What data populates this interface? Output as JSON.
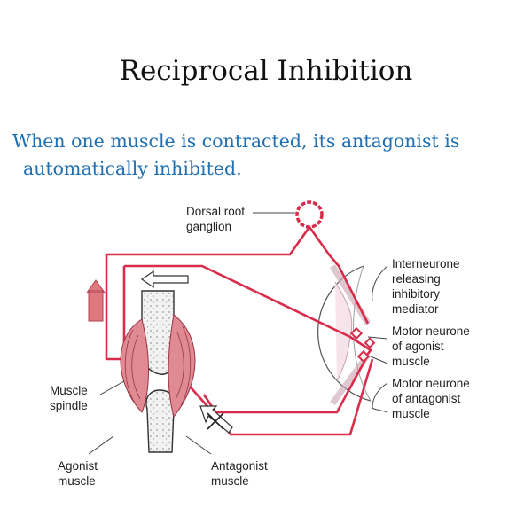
{
  "slide": {
    "title": "Reciprocal Inhibition",
    "subtitle_line1": "When one muscle is contracted, its antagonist is",
    "subtitle_line2": "automatically inhibited."
  },
  "labels": {
    "dorsal_root_ganglion": [
      "Dorsal root",
      "ganglion"
    ],
    "interneurone": [
      "Interneurone",
      "releasing",
      "inhibitory",
      "mediator"
    ],
    "motor_agonist": [
      "Motor neurone",
      "of agonist",
      "muscle"
    ],
    "motor_antagonist": [
      "Motor neurone",
      "of antagonist",
      "muscle"
    ],
    "muscle_spindle": [
      "Muscle",
      "spindle"
    ],
    "agonist_muscle": [
      "Agonist",
      "muscle"
    ],
    "antagonist_muscle": [
      "Antagonist",
      "muscle"
    ]
  },
  "colors": {
    "nerve": "#d92b4a",
    "muscle": "#e08a94",
    "subtitle": "#1f6fb2",
    "outline": "#444444"
  }
}
